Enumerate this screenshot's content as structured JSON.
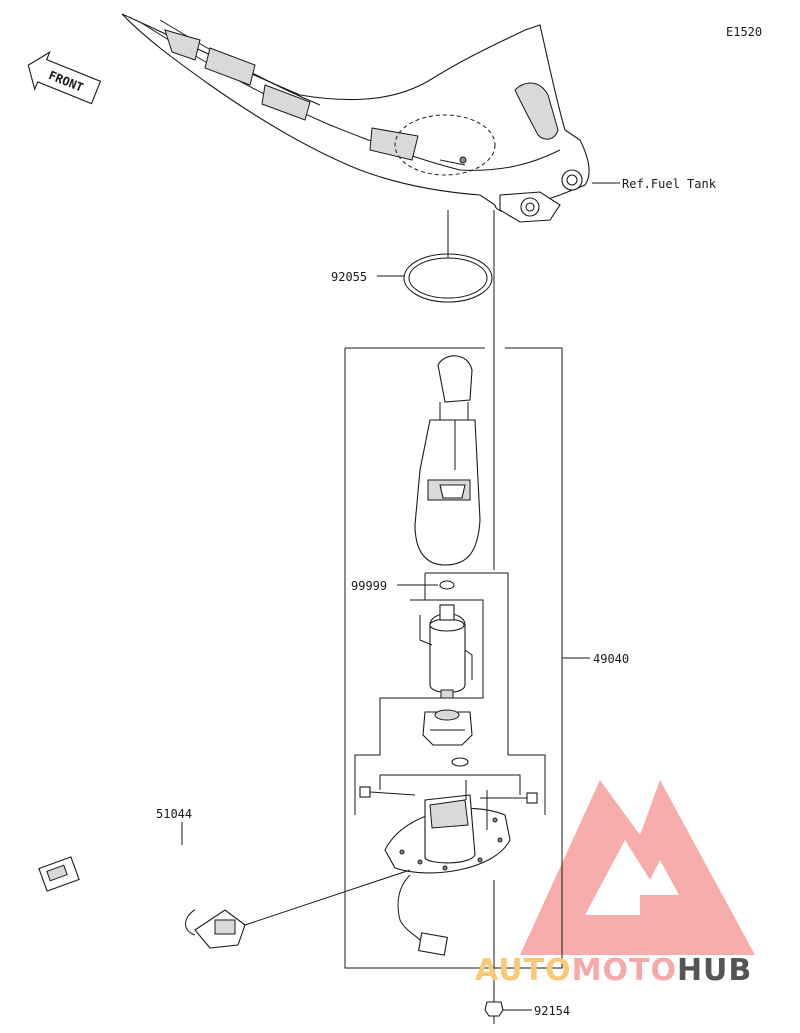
{
  "diagram_code": "E1520",
  "front_label": "FRONT",
  "callouts": {
    "fuel_tank_ref": "Ref.Fuel Tank",
    "gasket": "92055",
    "washer": "99999",
    "pump_assembly": "49040",
    "harness": "51044",
    "bolt": "92154"
  },
  "watermark": {
    "part1": "AUTO",
    "part2": "MOTO",
    "part3": "HUB",
    "color_primary": "#f7a9a8",
    "color_accent": "#f9c97a",
    "color_dark": "#555555"
  }
}
